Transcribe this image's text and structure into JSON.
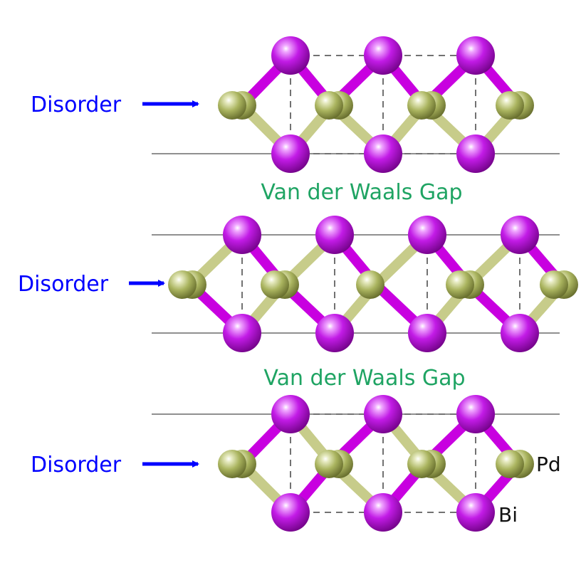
{
  "labels": {
    "disorder": "Disorder",
    "gap": "Van der Waals Gap",
    "pd": "Pd",
    "bi": "Bi"
  },
  "colors": {
    "bi_atom": "#b400d8",
    "pd_atom": "#b4bd6a",
    "disorder_text": "#0000ff",
    "gap_text": "#1fa463",
    "bond_bi": "#c800e0",
    "bond_pd": "#c7cc8a"
  }
}
